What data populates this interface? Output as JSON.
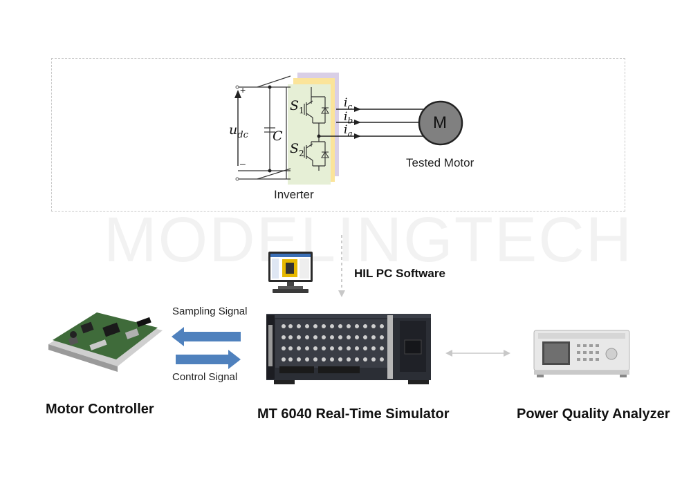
{
  "watermark": "MODELINGTECH",
  "circuit": {
    "voltage_symbol": "u",
    "voltage_subscript": "dc",
    "plus": "+",
    "minus": "–",
    "capacitor_symbol": "C",
    "switch_top_symbol": "S",
    "switch_top_subscript": "1",
    "switch_bottom_symbol": "S",
    "switch_bottom_subscript": "2",
    "current_c": "i",
    "current_c_sub": "c",
    "current_b": "i",
    "current_b_sub": "b",
    "current_a": "i",
    "current_a_sub": "a",
    "motor_symbol": "M",
    "inverter_label": "Inverter",
    "motor_label": "Tested Motor"
  },
  "labels": {
    "hil_software": "HIL PC Software",
    "sampling_signal": "Sampling Signal",
    "control_signal": "Control Signal",
    "motor_controller": "Motor Controller",
    "simulator": "MT 6040 Real-Time Simulator",
    "power_analyzer": "Power Quality Analyzer"
  },
  "colors": {
    "inverter_fill": "#e6efd6",
    "inverter_back1": "#fbe49a",
    "inverter_back2": "#d9cfe6",
    "arrow_blue": "#4f81bd",
    "motor_fill": "#808080",
    "simulator_body": "#2b2e35"
  }
}
